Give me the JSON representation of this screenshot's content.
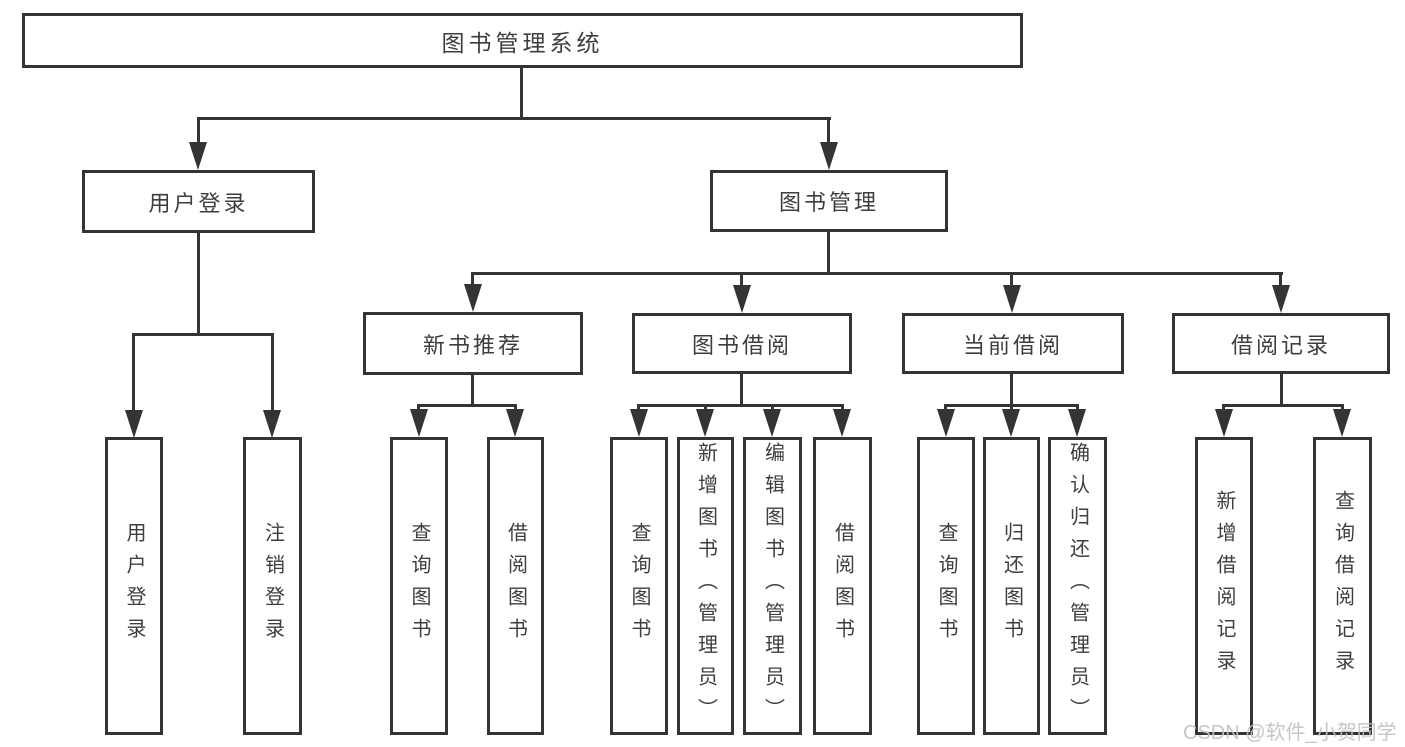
{
  "diagram": {
    "root": "图书管理系统",
    "login": {
      "label": "用户登录",
      "children": [
        "用户登录",
        "注销登录"
      ]
    },
    "management": {
      "label": "图书管理",
      "groups": [
        {
          "label": "新书推荐",
          "children": [
            "查询图书",
            "借阅图书"
          ]
        },
        {
          "label": "图书借阅",
          "children": [
            "查询图书",
            "新增图书（管理员）",
            "编辑图书（管理员）",
            "借阅图书"
          ]
        },
        {
          "label": "当前借阅",
          "children": [
            "查询图书",
            "归还图书",
            "确认归还（管理员）"
          ]
        },
        {
          "label": "借阅记录",
          "children": [
            "新增借阅记录",
            "查询借阅记录"
          ]
        }
      ]
    }
  },
  "watermark": "CSDN @软件_小贺同学",
  "colors": {
    "line": "#343434",
    "text": "#3e3e3e",
    "watermark": "#c2c2c2",
    "background": "#ffffff"
  }
}
